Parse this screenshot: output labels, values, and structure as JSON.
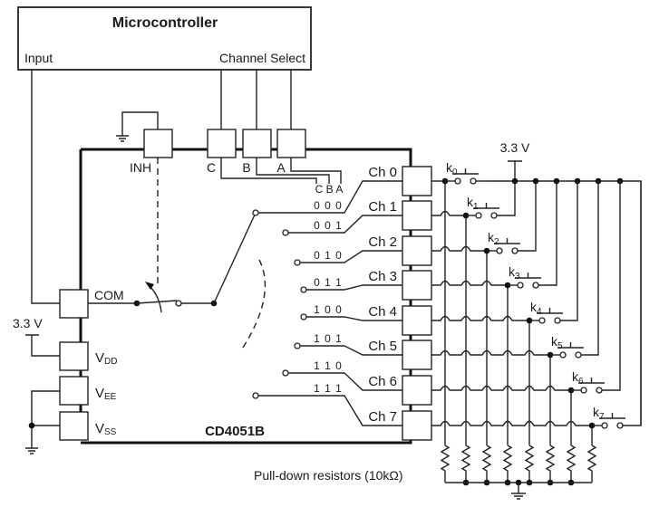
{
  "microcontroller": {
    "title": "Microcontroller",
    "input_label": "Input",
    "channel_select_label": "Channel Select"
  },
  "mux": {
    "part_number": "CD4051B",
    "inhibit_label": "INH",
    "select_pins": [
      "C",
      "B",
      "A"
    ],
    "select_header": "C B A",
    "com_label": "COM",
    "power_pins": [
      {
        "main": "V",
        "sub": "DD"
      },
      {
        "main": "V",
        "sub": "EE"
      },
      {
        "main": "V",
        "sub": "SS"
      }
    ],
    "channels": [
      {
        "label": "Ch 0",
        "code": "0 0 0"
      },
      {
        "label": "Ch 1",
        "code": "0 0 1"
      },
      {
        "label": "Ch 2",
        "code": "0 1 0"
      },
      {
        "label": "Ch 3",
        "code": "0 1 1"
      },
      {
        "label": "Ch 4",
        "code": "1 0 0"
      },
      {
        "label": "Ch 5",
        "code": "1 0 1"
      },
      {
        "label": "Ch 6",
        "code": "1 1 0"
      },
      {
        "label": "Ch 7",
        "code": "1 1 1"
      }
    ]
  },
  "supply": {
    "left_label": "3.3 V",
    "right_label": "3.3 V"
  },
  "keys": [
    {
      "main": "k",
      "sub": "0"
    },
    {
      "main": "k",
      "sub": "1"
    },
    {
      "main": "k",
      "sub": "2"
    },
    {
      "main": "k",
      "sub": "3"
    },
    {
      "main": "k",
      "sub": "4"
    },
    {
      "main": "k",
      "sub": "5"
    },
    {
      "main": "k",
      "sub": "6"
    },
    {
      "main": "k",
      "sub": "7"
    }
  ],
  "resistors": {
    "label": "Pull-down resistors (10kΩ)",
    "count": 8
  }
}
